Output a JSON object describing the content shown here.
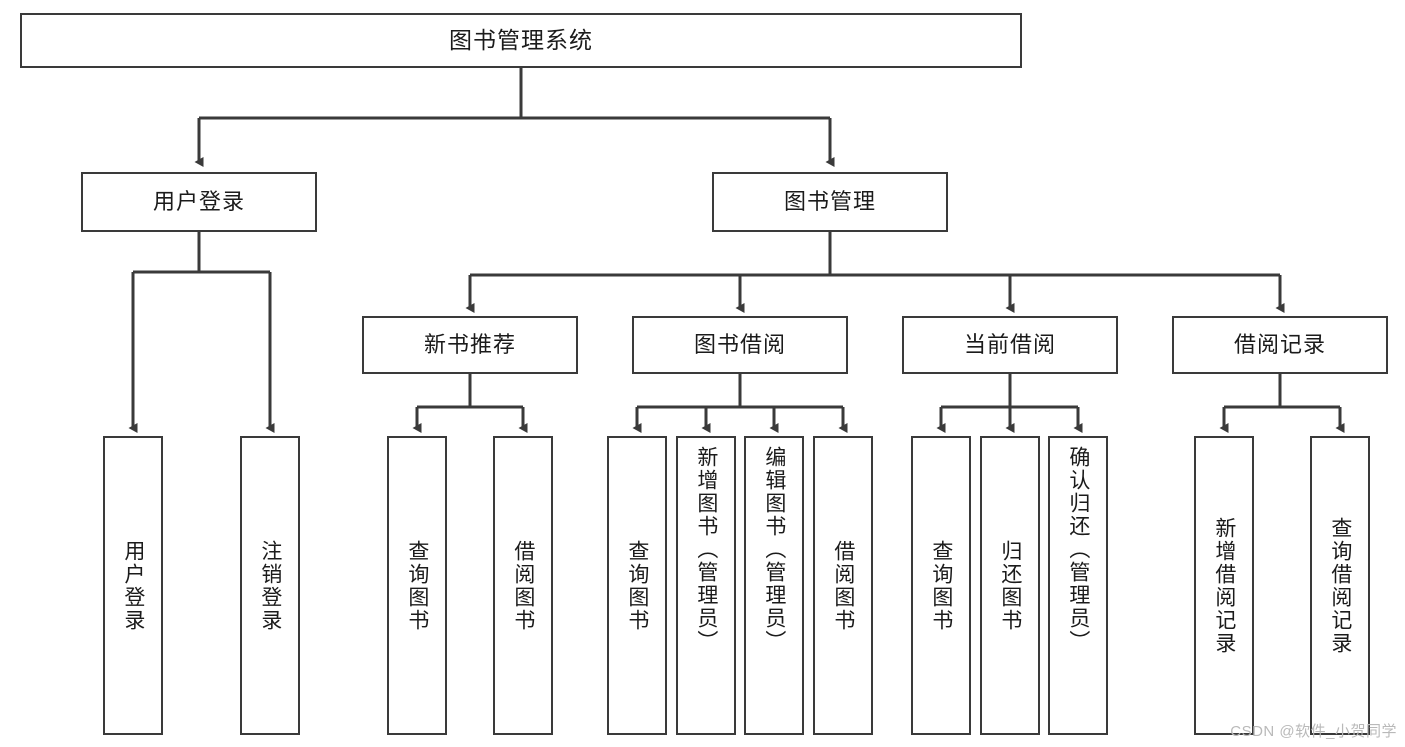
{
  "diagram": {
    "title": "图书管理系统",
    "type": "tree",
    "watermark": "CSDN @软件_小贺同学",
    "colors": {
      "stroke": "#3a3a3a",
      "fill": "#ffffff",
      "text": "#1b1b1b",
      "watermark": "#b9b9b9"
    },
    "root": {
      "label": "图书管理系统"
    },
    "level2": [
      {
        "label": "用户登录"
      },
      {
        "label": "图书管理"
      }
    ],
    "level3": [
      {
        "label": "新书推荐"
      },
      {
        "label": "图书借阅"
      },
      {
        "label": "当前借阅"
      },
      {
        "label": "借阅记录"
      }
    ],
    "leaves": {
      "user_login": [
        {
          "label": "用户登录"
        },
        {
          "label": "注销登录"
        }
      ],
      "new_book": [
        {
          "label": "查询图书"
        },
        {
          "label": "借阅图书"
        }
      ],
      "book_borrow": [
        {
          "label": "查询图书"
        },
        {
          "label": "新增图书（管理员）"
        },
        {
          "label": "编辑图书（管理员）"
        },
        {
          "label": "借阅图书"
        }
      ],
      "current_borrow": [
        {
          "label": "查询图书"
        },
        {
          "label": "归还图书"
        },
        {
          "label": "确认归还（管理员）"
        }
      ],
      "borrow_record": [
        {
          "label": "新增借阅记录"
        },
        {
          "label": "查询借阅记录"
        }
      ]
    }
  }
}
